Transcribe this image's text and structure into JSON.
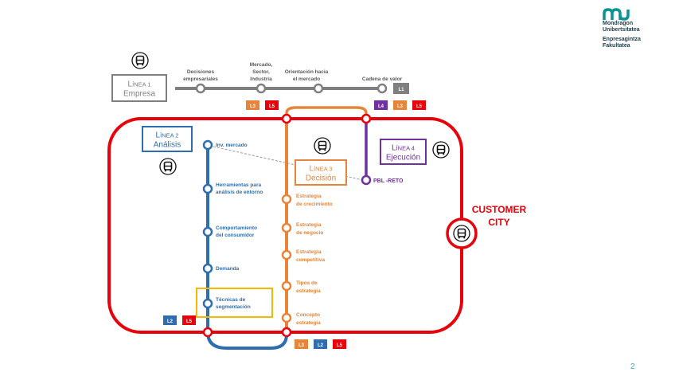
{
  "logo": {
    "name_line1": "Mondragon",
    "name_line2": "Unibertsitatea",
    "faculty_line1": "Enpresagintza",
    "faculty_line2": "Fakultatea",
    "color": "#0a9396"
  },
  "colors": {
    "line1": "#7f7f7f",
    "line2": "#2e6eb0",
    "line3": "#e6853a",
    "line4": "#7030a0",
    "line5": "#e8000b",
    "highlight": "#f5b800"
  },
  "line1": {
    "title_prefix": "Línea 1",
    "title_name": "Empresa",
    "stations": [
      {
        "label_lines": [
          "Decisiones",
          "empresariales"
        ]
      },
      {
        "label_lines": [
          "Mercado,",
          "Sector,",
          "Industria"
        ]
      },
      {
        "label_lines": [
          "Orientación hacia",
          "el mercado"
        ]
      },
      {
        "label_lines": [
          "Cadena de valor"
        ]
      }
    ],
    "end_badge": "L1",
    "transfer_badges_station2": [
      "L3",
      "L5"
    ],
    "transfer_badges_station4": [
      "L4",
      "L3",
      "L5"
    ]
  },
  "line2": {
    "title_prefix": "Línea 2",
    "title_name": "Análisis",
    "stations": [
      {
        "label_lines": [
          "Inv. mercado"
        ]
      },
      {
        "label_lines": [
          "Herramientas para",
          "análisis de entorno"
        ]
      },
      {
        "label_lines": [
          "Comportamiento",
          "del consumidor"
        ]
      },
      {
        "label_lines": [
          "Demanda"
        ]
      },
      {
        "label_lines": [
          "Técnicas de",
          "segmentación"
        ]
      }
    ],
    "transfer_badges": [
      "L2",
      "L5"
    ]
  },
  "line3": {
    "title_prefix": "Línea 3",
    "title_name": "Decisión",
    "stations": [
      {
        "label_lines": [
          "Estrategia",
          "de crecimiento"
        ]
      },
      {
        "label_lines": [
          "Estrategia",
          "de negocio"
        ]
      },
      {
        "label_lines": [
          "Estrategia",
          "competitiva"
        ]
      },
      {
        "label_lines": [
          "Tipos de",
          "estrategia"
        ]
      },
      {
        "label_lines": [
          "Concepto",
          "estrategia"
        ]
      }
    ],
    "transfer_badges": [
      "L3",
      "L2",
      "L5"
    ]
  },
  "line4": {
    "title_prefix": "Línea 4",
    "title_name": "Ejecución",
    "stations": [
      {
        "label_lines": [
          "PBL -RETO"
        ]
      }
    ]
  },
  "customer_city": {
    "line1": "CUSTOMER",
    "line2": "CITY"
  },
  "icons": {
    "bus": "bus-icon"
  },
  "page_number": "2"
}
